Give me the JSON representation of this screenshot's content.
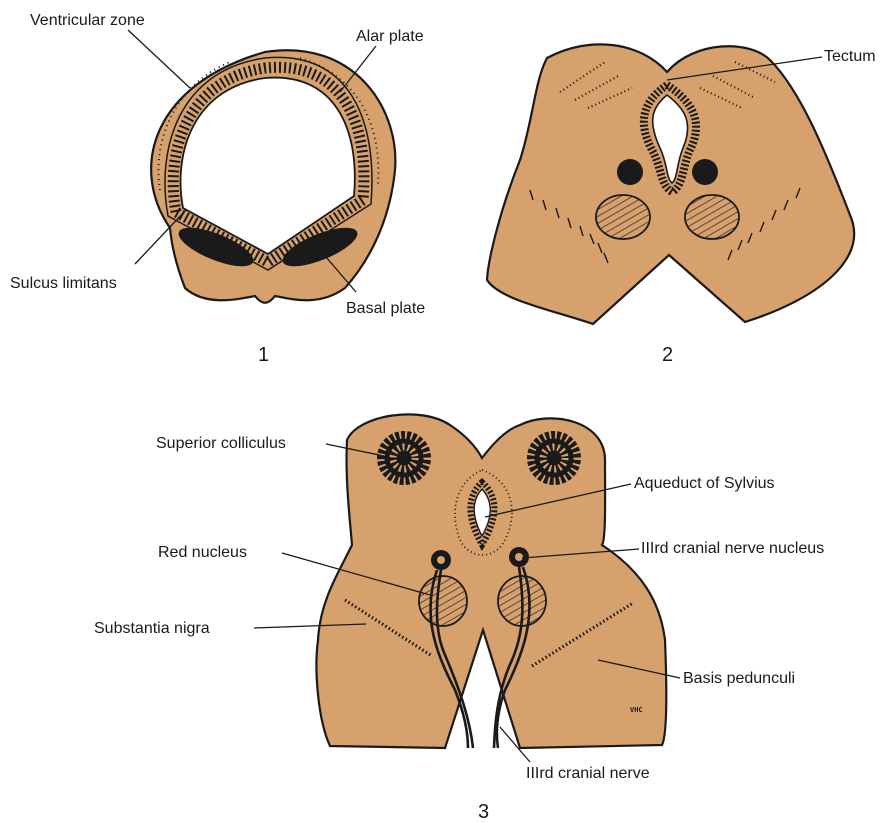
{
  "figure": {
    "panels": [
      {
        "number": "1",
        "labels": {
          "ventricular_zone": "Ventricular zone",
          "alar_plate": "Alar plate",
          "sulcus_limitans": "Sulcus limitans",
          "basal_plate": "Basal plate"
        }
      },
      {
        "number": "2",
        "labels": {
          "tectum": "Tectum"
        }
      },
      {
        "number": "3",
        "labels": {
          "superior_colliculus": "Superior colliculus",
          "aqueduct": "Aqueduct of Sylvius",
          "red_nucleus": "Red nucleus",
          "cn3_nucleus": "IIIrd cranial nerve nucleus",
          "substantia_nigra": "Substantia nigra",
          "basis_pedunculi": "Basis pedunculi",
          "cn3_nerve": "IIIrd cranial nerve"
        },
        "artist_initials": "VHC"
      }
    ],
    "colors": {
      "tissue": "#d6a16c",
      "ink": "#1a1a1a",
      "background": "#ffffff"
    }
  }
}
